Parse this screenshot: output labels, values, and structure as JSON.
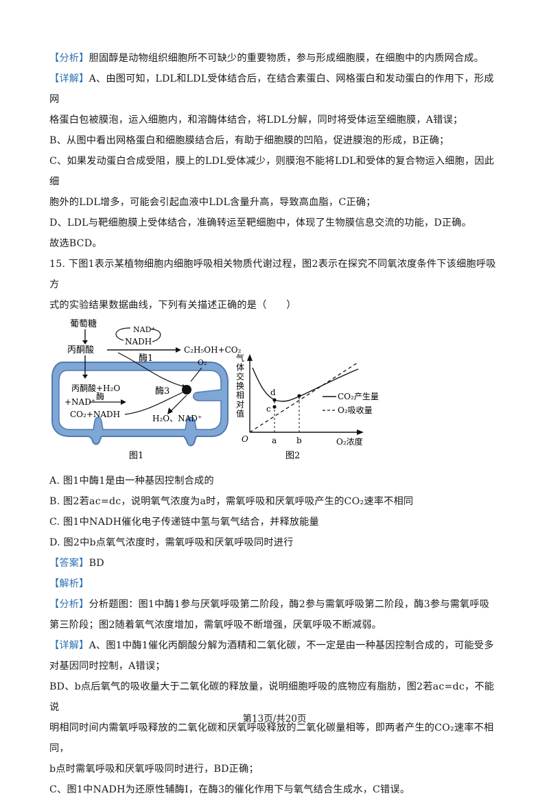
{
  "section14": {
    "analysis_tag": "【分析】",
    "analysis_text": "胆固醇是动物组织细胞所不可缺少的重要物质，参与形成细胞膜，在细胞中的内质网合成。",
    "detail_tag": "【详解】",
    "detail_a_line1": "A、由图可知，LDL和LDL受体结合后，在结合素蛋白、网格蛋白和发动蛋白的作用下，形成网",
    "detail_a_line2": "格蛋白包被膜泡，运入细胞内，和溶酶体结合，将LDL分解，同时将受体运至细胞膜，A错误；",
    "detail_b": "B、从图中看出网格蛋白和细胞膜结合后，有助于细胞膜的凹陷，促进膜泡的形成，B正确；",
    "detail_c_line1": "C、如果发动蛋白合成受阻，膜上的LDL受体减少，则膜泡不能将LDL和受体的复合物运入细胞，因此细",
    "detail_c_line2": "胞外的LDL增多，可能会引起血液中LDL含量升高，导致高血脂，C正确；",
    "detail_d": "D、LDL与靶细胞膜上受体结合，准确转运至靶细胞中，体现了生物膜信息交流的功能，D正确。",
    "conclusion": "故选BCD。"
  },
  "question15": {
    "stem_line1": "15. 下图1表示某植物细胞内细胞呼吸相关物质代谢过程，图2表示在探究不同氧浓度条件下该细胞呼吸方",
    "stem_line2": "式的实验结果数据曲线，下列有关描述正确的是（　　）",
    "fig1": {
      "glucose": "葡萄糖",
      "pyruvate": "丙酮酸",
      "nad_plus": "NAD⁺",
      "nadh": "NADH",
      "enzyme1": "酶1",
      "ethanol_co2": "C₂H₅OH+CO₂",
      "o2": "O₂",
      "pyruvate_h2o": "丙酮酸+H₂O",
      "enzyme3": "酶3",
      "nad_plus2": "+NAD⁺",
      "enzyme2": "酶",
      "co2_nadh": "CO₂+NADH",
      "h2o_nad": "H₂O、NAD⁺",
      "caption": "图1"
    },
    "fig2": {
      "ylabel_chars": [
        "气",
        "体",
        "交",
        "换",
        "相",
        "对",
        "值"
      ],
      "origin": "O",
      "a": "a",
      "b": "b",
      "c": "c",
      "d": "d",
      "xlabel": "O₂浓度",
      "legend_co2": "CO₂产生量",
      "legend_o2": "O₂吸收量",
      "caption": "图2"
    },
    "option_a": "A. 图1中酶1是由一种基因控制合成的",
    "option_b": "B. 图2若ac=dc，说明氧气浓度为a时，需氧呼吸和厌氧呼吸产生的CO₂速率不相同",
    "option_c": "C. 图1中NADH催化电子传递链中氢与氧气结合，并释放能量",
    "option_d": "D. 图2中b点氧气浓度时，需氧呼吸和厌氧呼吸同时进行",
    "answer_tag": "【答案】",
    "answer": "BD",
    "explain_tag": "【解析】",
    "analysis_tag": "【分析】",
    "analysis_line1": "分析题图：图1中酶1参与厌氧呼吸第二阶段，酶2参与需氧呼吸第二阶段，酶3参与需氧呼吸",
    "analysis_line2": "第三阶段；图2随着氧气浓度增加，需氧呼吸不断增强，厌氧呼吸不断减弱。",
    "detail_tag": "【详解】",
    "detail_a_line1": "A、图1中酶1催化丙酮酸分解为酒精和二氧化碳，不一定是由一种基因控制合成的，可能受多",
    "detail_a_line2": "对基因同时控制，A错误；",
    "detail_bd_line1": "BD、b点后氧气的吸收量大于二氧化碳的释放量，说明细胞呼吸的底物应有脂肪，图2若ac=dc，不能说",
    "detail_bd_line2": "明相同时间内需氧呼吸释放的二氧化碳和厌氧呼吸释放的二氧化碳量相等，即两者产生的CO₂速率不相同，",
    "detail_bd_line3": "b点时需氧呼吸和厌氧呼吸同时进行，BD正确；",
    "detail_c": "C、图1中NADH为还原性辅酶Ⅰ，在酶3的催化作用下与氧气结合生成水，C错误。"
  },
  "footer": "第13页/共20页",
  "colors": {
    "tag_blue": "#2a6fb0",
    "cell_blue": "#7fa7d6",
    "cell_inner": "#ffffff"
  }
}
